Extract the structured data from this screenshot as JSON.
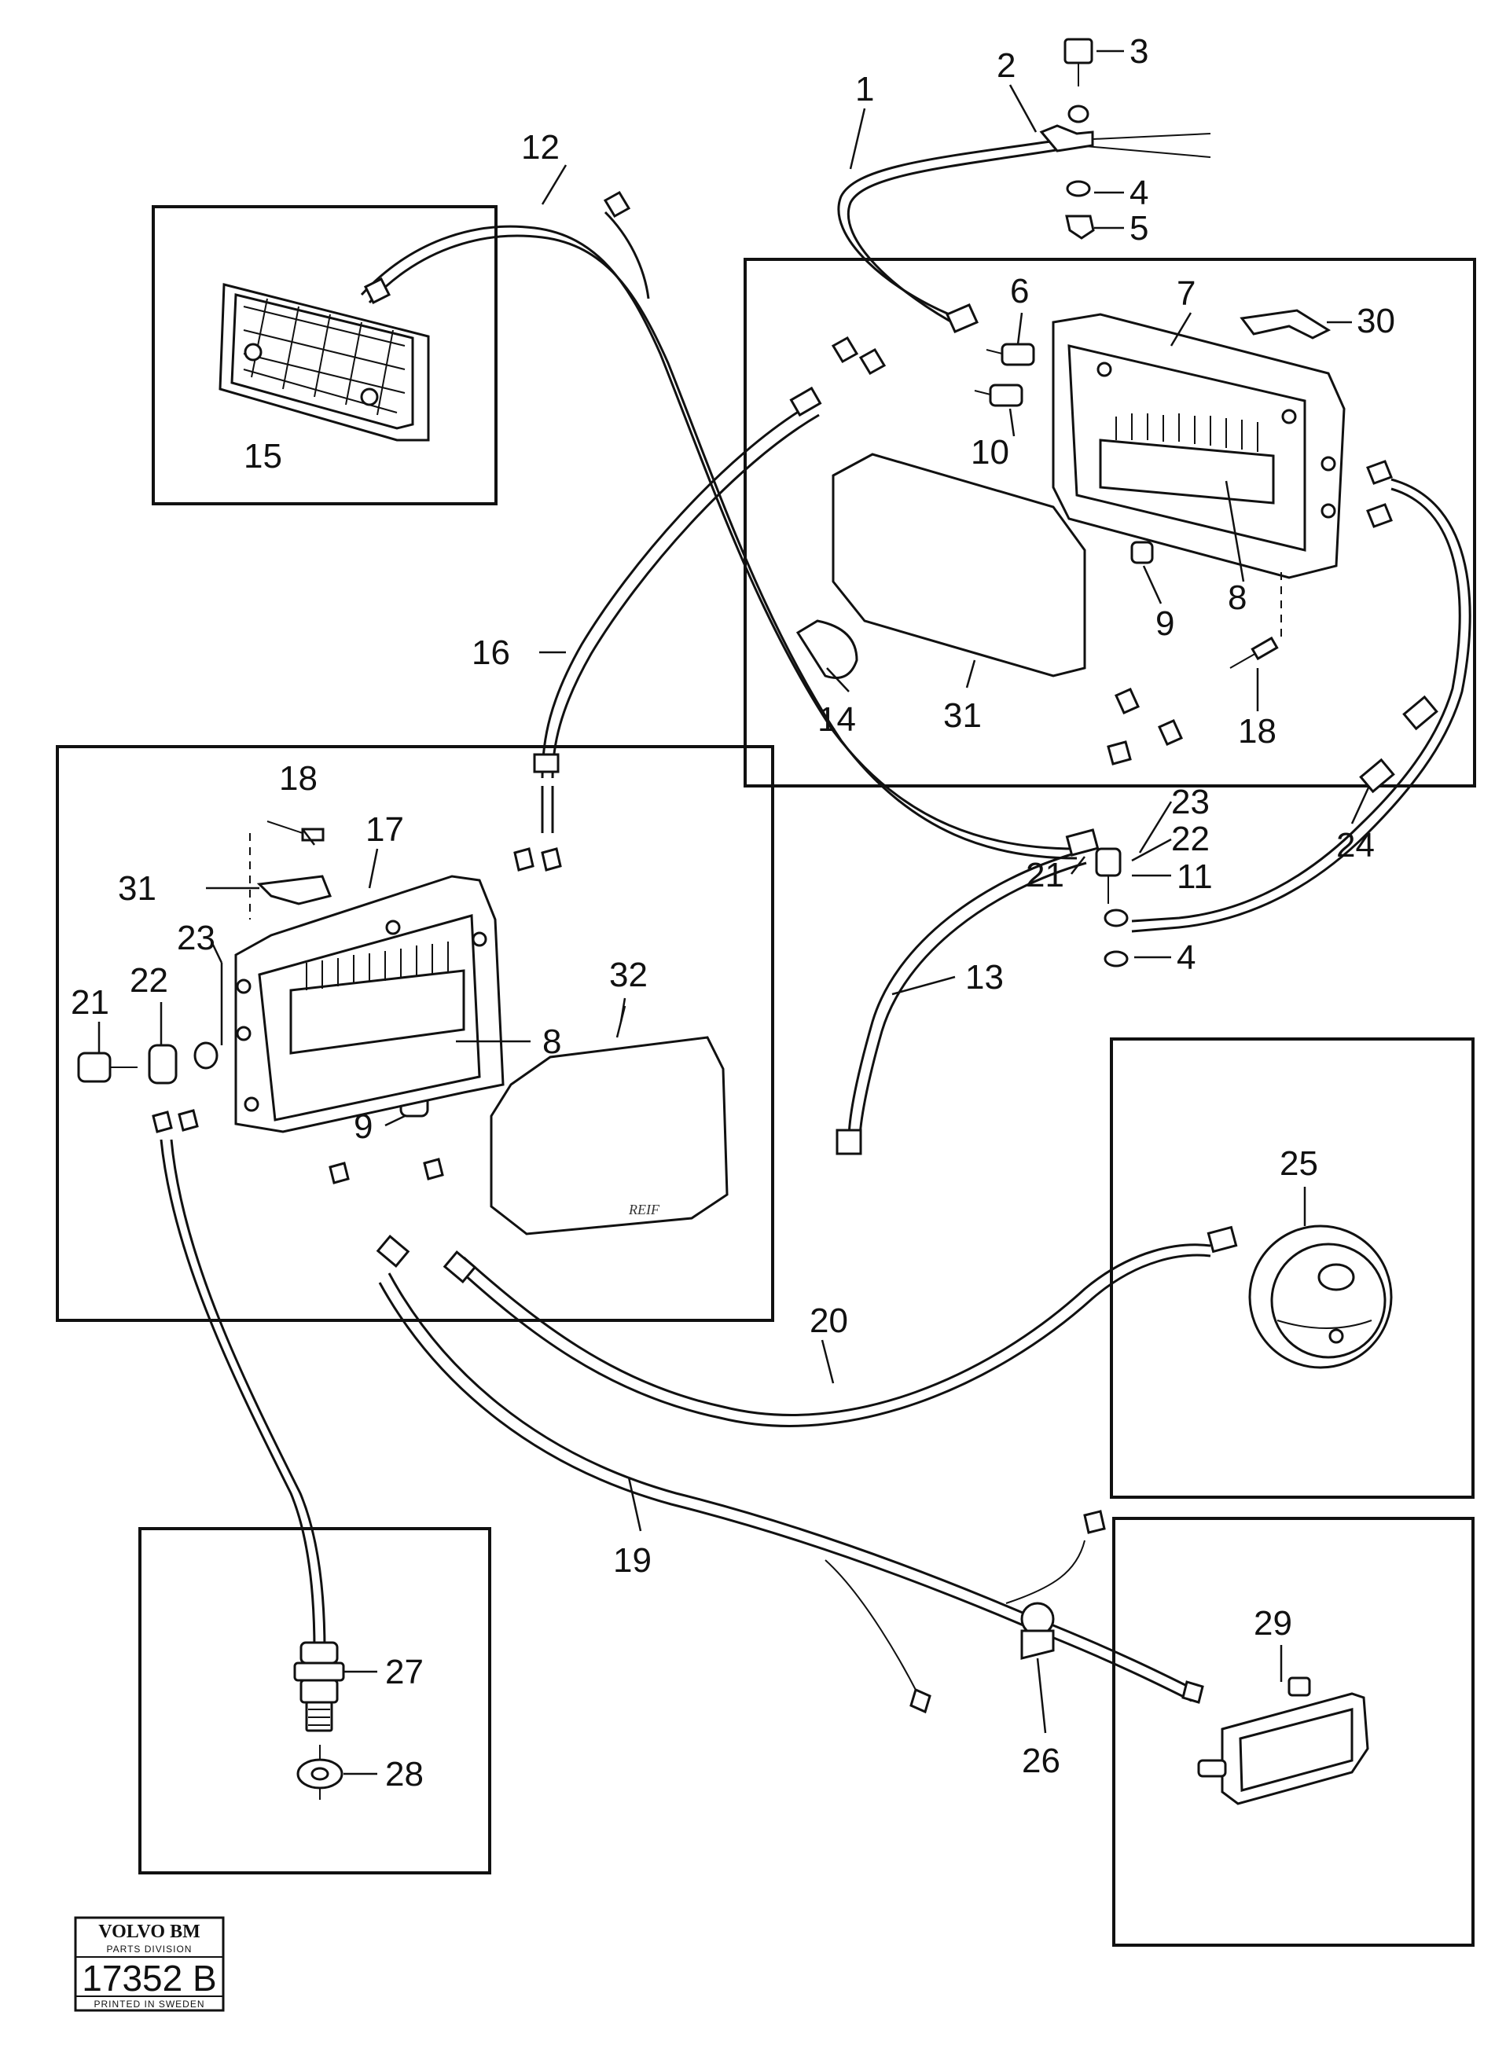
{
  "diagram": {
    "callouts": {
      "c1": "1",
      "c2": "2",
      "c3": "3",
      "c4a": "4",
      "c4b": "4",
      "c5": "5",
      "c6": "6",
      "c7": "7",
      "c8a": "8",
      "c8b": "8",
      "c9a": "9",
      "c9b": "9",
      "c10": "10",
      "c11": "11",
      "c12": "12",
      "c13": "13",
      "c14": "14",
      "c15": "15",
      "c16": "16",
      "c17": "17",
      "c18a": "18",
      "c18b": "18",
      "c19": "19",
      "c20": "20",
      "c21a": "21",
      "c21b": "21",
      "c22a": "22",
      "c22b": "22",
      "c23a": "23",
      "c23b": "23",
      "c24": "24",
      "c25": "25",
      "c26": "26",
      "c27": "27",
      "c28": "28",
      "c29": "29",
      "c30": "30",
      "c31a": "31",
      "c31b": "31",
      "c32": "32"
    },
    "handwritten_note": "REIF"
  },
  "stamp": {
    "brand": "VOLVO BM",
    "division": "PARTS DIVISION",
    "number": "17352 B",
    "printed": "PRINTED IN SWEDEN"
  }
}
